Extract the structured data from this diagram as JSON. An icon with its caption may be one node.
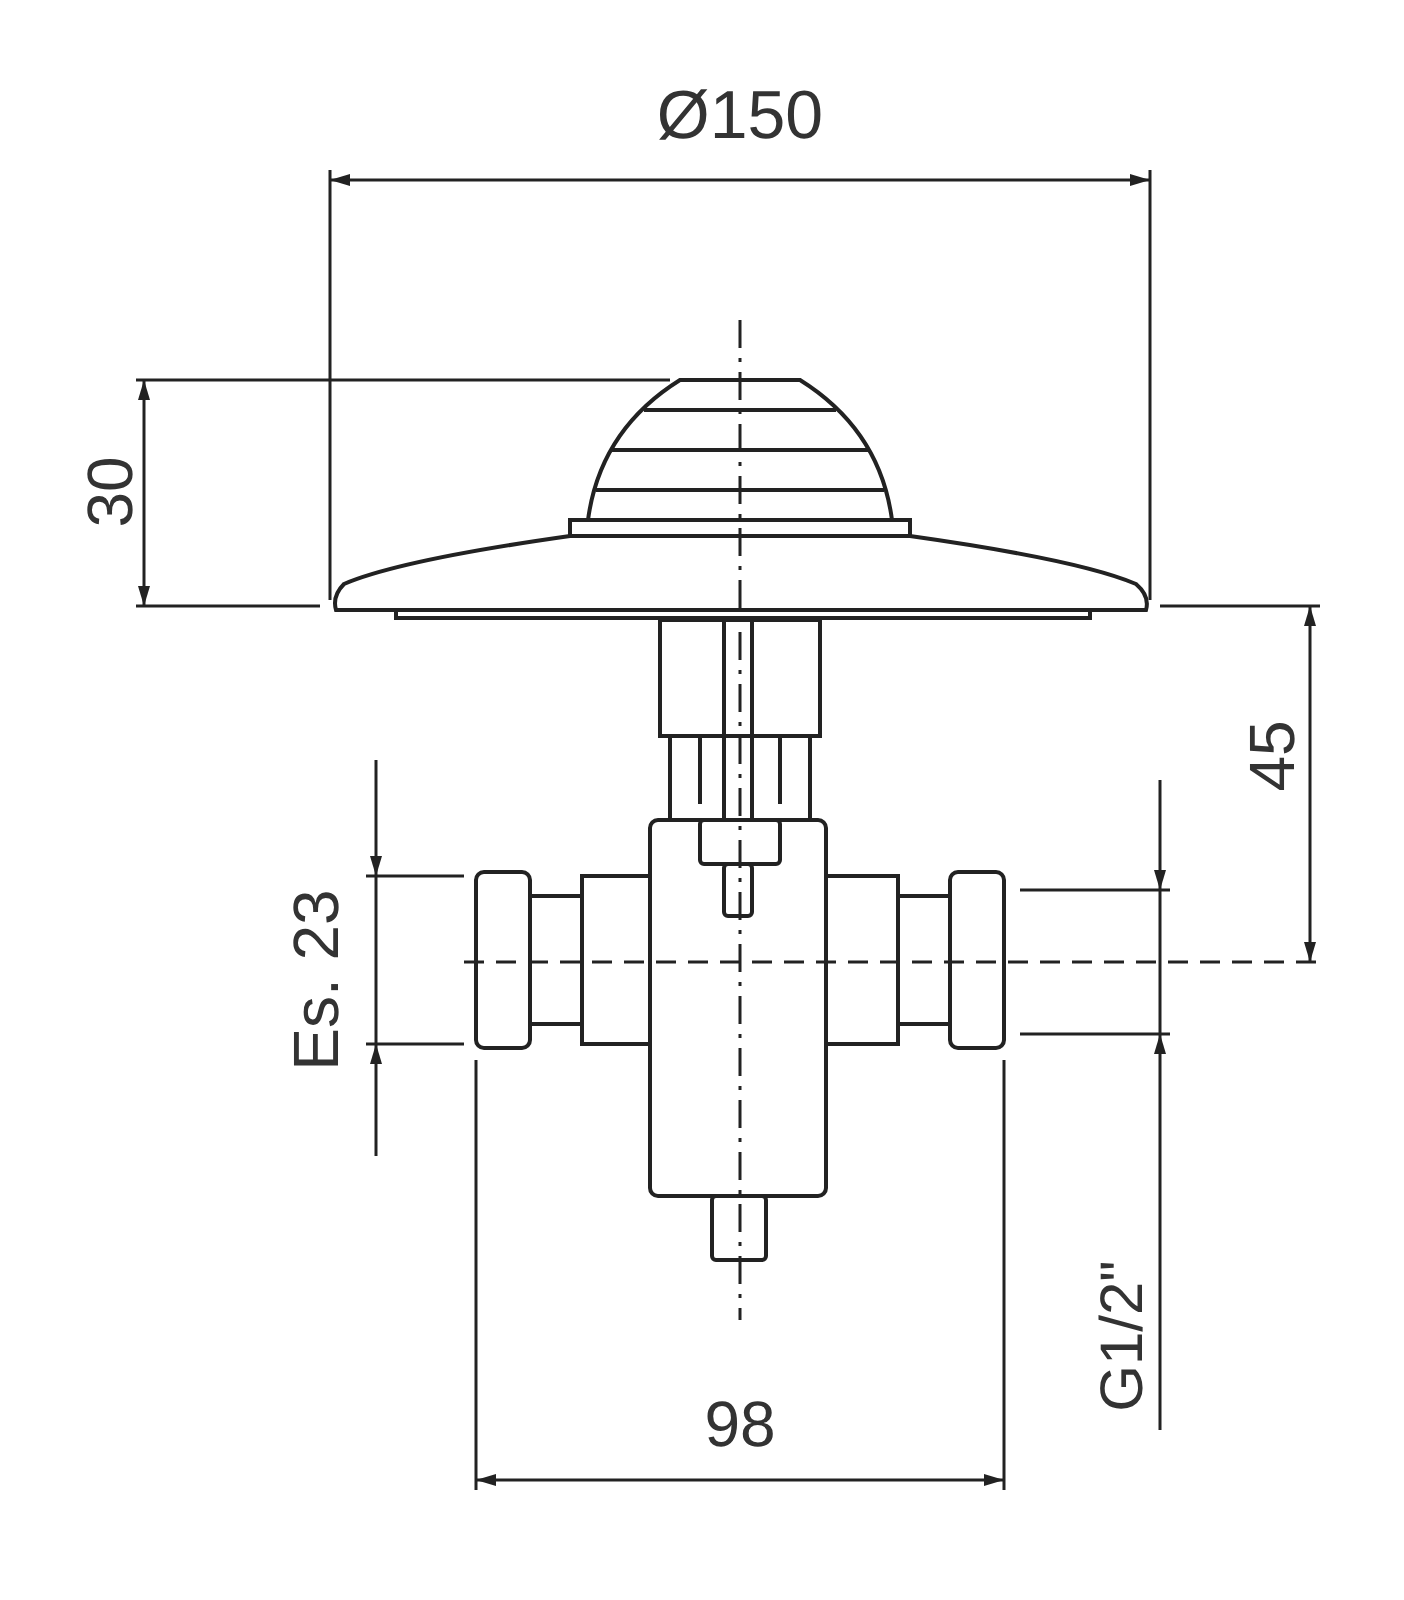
{
  "diagram": {
    "labels": [
      "Ø150",
      "30",
      "45",
      "Es. 23",
      "G1/2\"",
      "98"
    ]
  }
}
